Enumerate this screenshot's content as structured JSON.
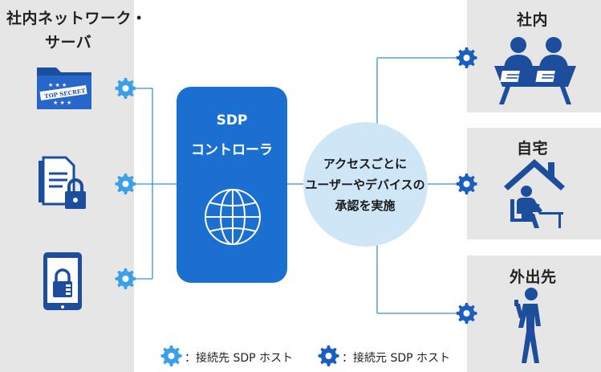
{
  "left_panel": {
    "title_line1": "社内ネットワーク・",
    "title_line2": "サーバ",
    "items": [
      {
        "icon": "top-secret-folder-icon",
        "label": "TOP SECRET"
      },
      {
        "icon": "locked-document-icon"
      },
      {
        "icon": "locked-tablet-icon"
      }
    ]
  },
  "controller": {
    "line1": "SDP",
    "line2": "コントローラ",
    "icon": "globe-icon"
  },
  "center_circle": {
    "line1": "アクセスごとに",
    "line2": "ユーザーやデバイスの",
    "line3": "承認を実施"
  },
  "right_panels": [
    {
      "title": "社内",
      "icon": "office-workers-icon"
    },
    {
      "title": "自宅",
      "icon": "home-worker-icon"
    },
    {
      "title": "外出先",
      "icon": "walking-person-icon"
    }
  ],
  "legend": {
    "accepting_label": "：接続先 SDP ホスト",
    "initiating_label": "：接続元 SDP ホスト"
  },
  "colors": {
    "primary_blue": "#1a6fd1",
    "light_blue_gear": "#3aa0e8",
    "dark_blue": "#1d4e9e",
    "circle_fill": "#cfe6f7",
    "panel_gray": "#e6e6e6",
    "line": "#3a8fd6"
  }
}
